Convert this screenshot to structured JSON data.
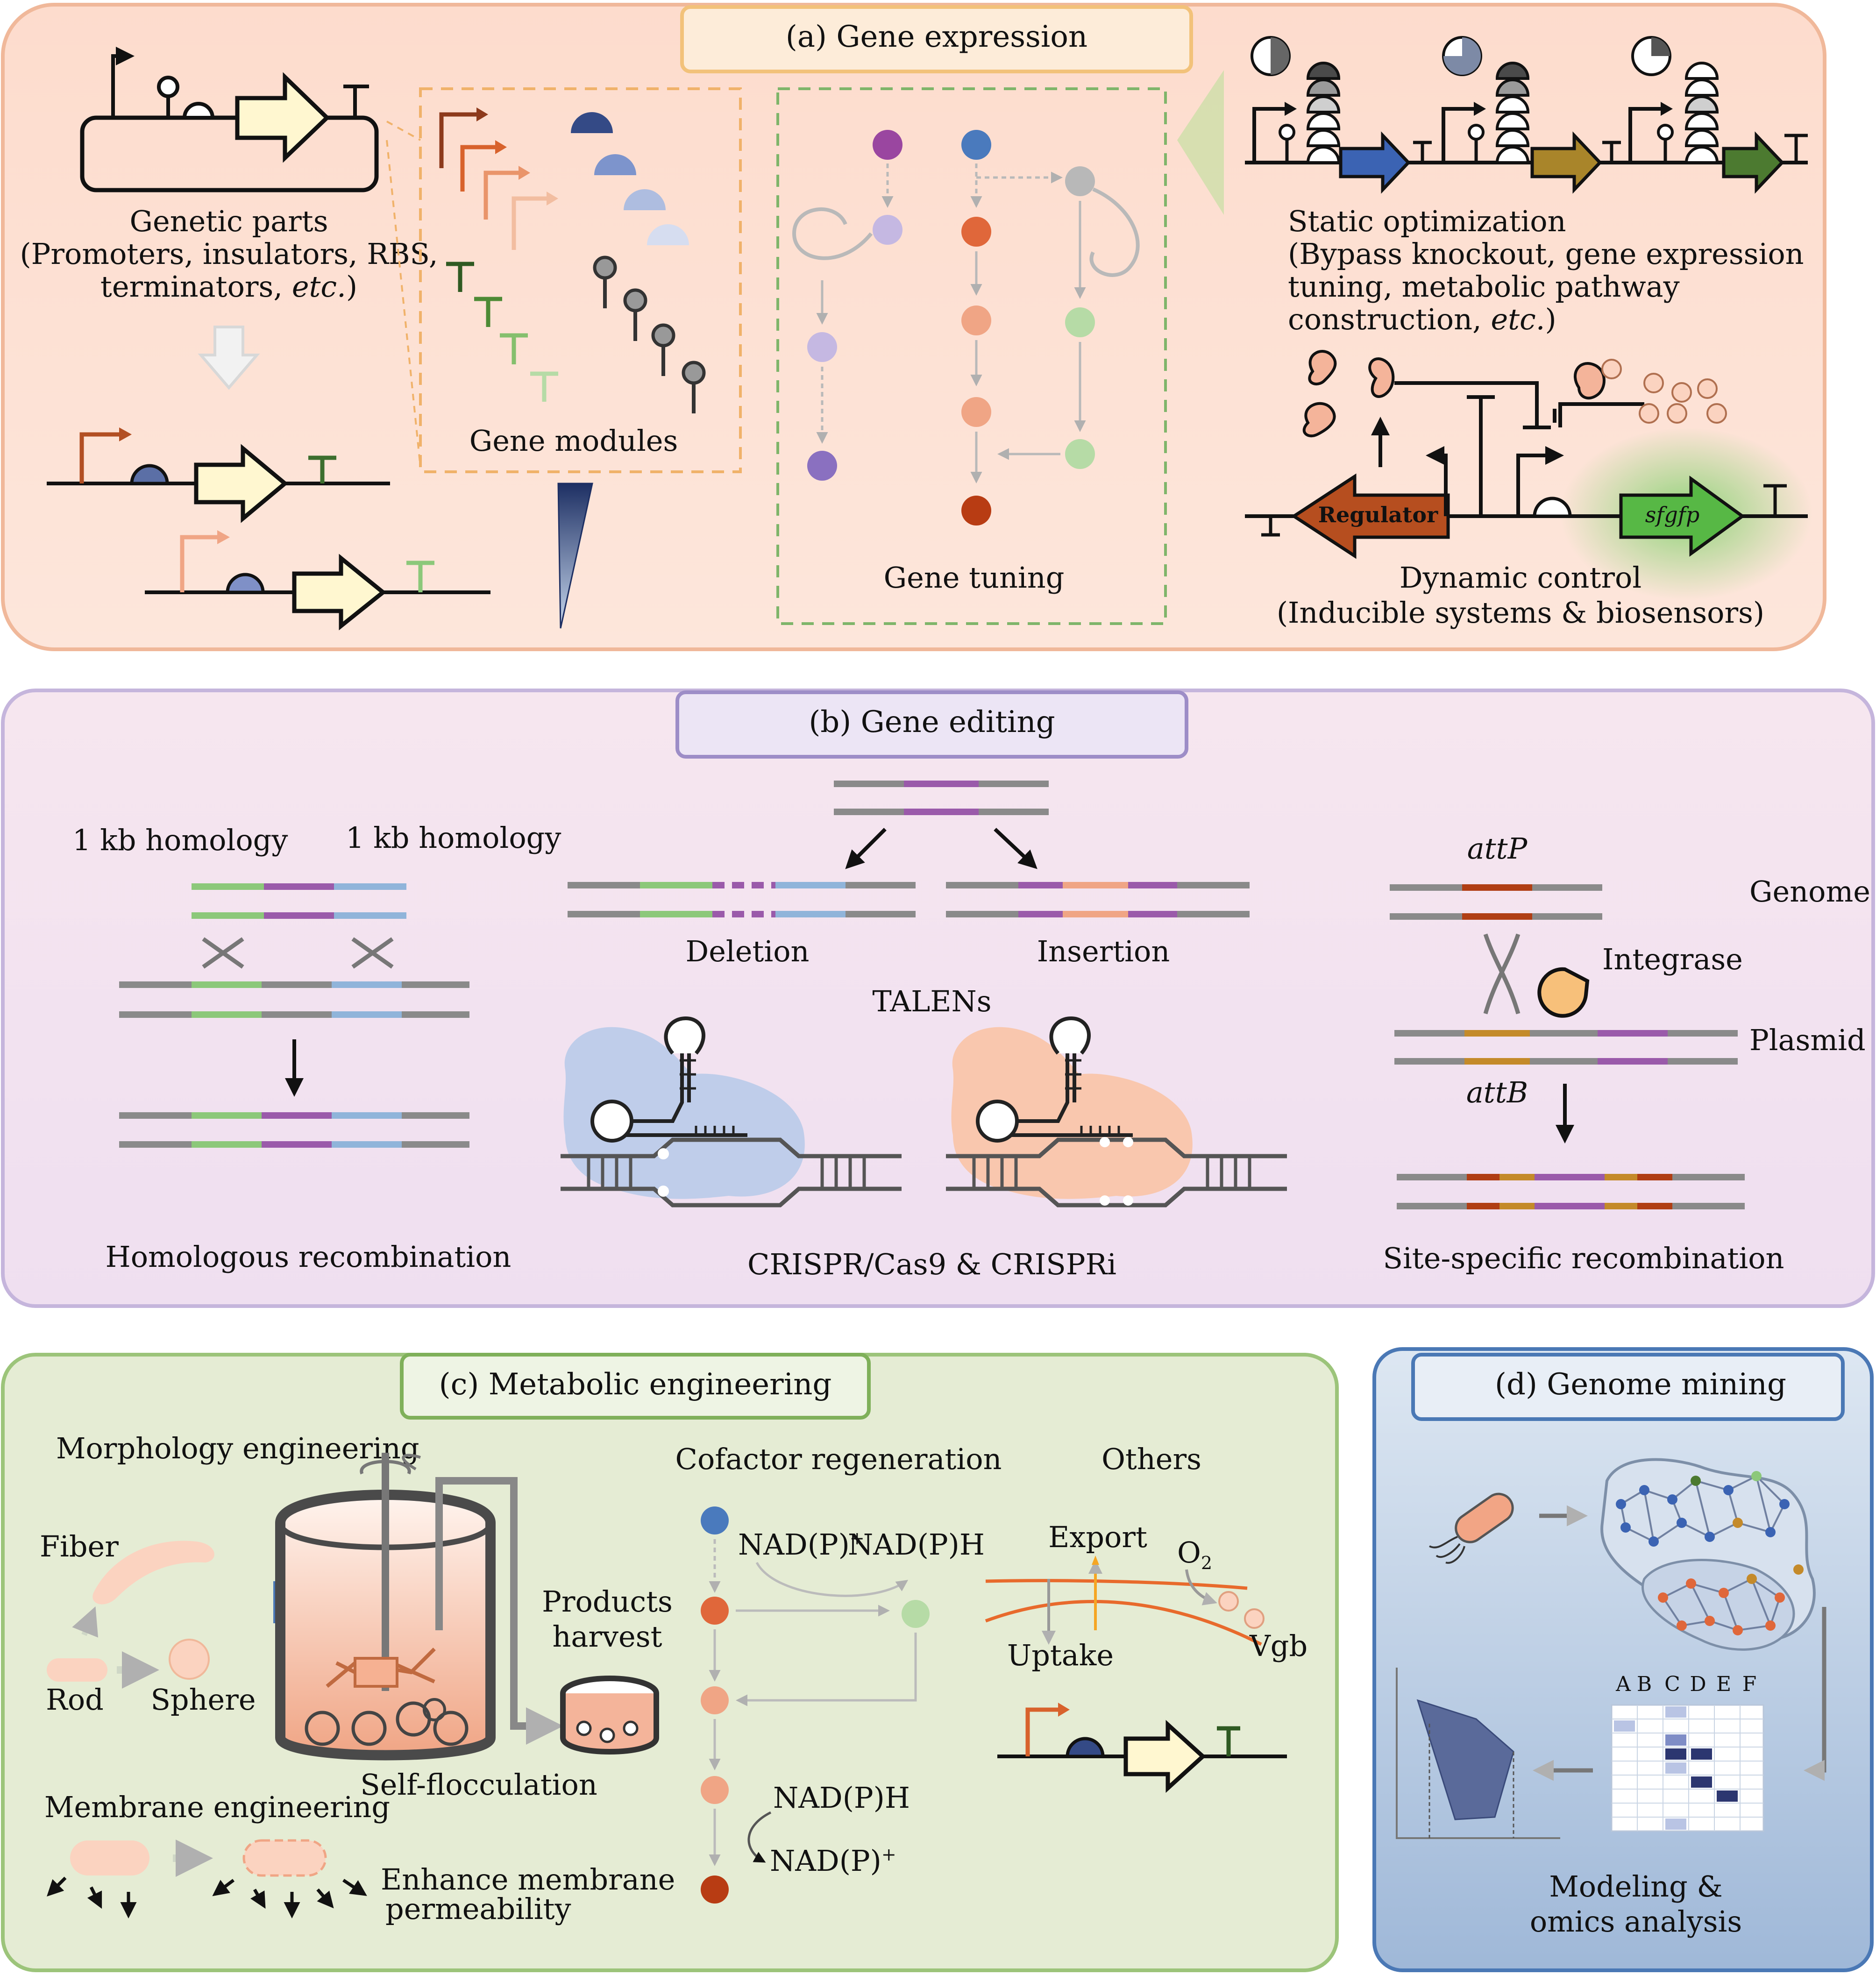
{
  "panels": {
    "a": {
      "title": "(a) Gene expression",
      "genetic_parts": [
        "Genetic parts",
        "(Promoters, insulators, RBS,",
        "terminators,",
        "etc.",
        ")"
      ],
      "gene_modules": "Gene modules",
      "gene_tuning": "Gene tuning",
      "static": [
        "Static optimization",
        "(Bypass knockout, gene expression",
        "tuning, metabolic pathway",
        "construction,",
        "etc.",
        ")"
      ],
      "regulator": "Regulator",
      "sfgfp": "sfgfp",
      "dynamic": [
        "Dynamic control",
        "(Inducible systems & biosensors)"
      ]
    },
    "b": {
      "title": "(b) Gene editing",
      "homology_left": "1 kb homology",
      "homology_right": "1 kb homology",
      "homologous": "Homologous recombination",
      "deletion": "Deletion",
      "insertion": "Insertion",
      "talens": "TALENs",
      "crispr": "CRISPR/Cas9 & CRISPRi",
      "attp": "attP",
      "attb": "attB",
      "genome": "Genome",
      "integrase": "Integrase",
      "plasmid": "Plasmid",
      "site_specific": "Site-specific recombination"
    },
    "c": {
      "title": "(c) Metabolic engineering",
      "morphology": "Morphology engineering",
      "fiber": "Fiber",
      "rod": "Rod",
      "sphere": "Sphere",
      "self_flocculation": "Self-flocculation",
      "products": "Products",
      "harvest": "harvest",
      "membrane": "Membrane engineering",
      "enhance": [
        "Enhance membrane",
        "permeability"
      ],
      "cofactor": "Cofactor regeneration",
      "nadp_plus": "NAD(P)",
      "plus": "+",
      "nadph": "NAD(P)H",
      "others": "Others",
      "export": "Export",
      "o2": "O",
      "o2_sub": "2",
      "uptake": "Uptake",
      "vgb": "Vgb"
    },
    "d": {
      "title": "(d) Genome mining",
      "heatmap_cols": [
        "A",
        "B",
        "C",
        "D",
        "E",
        "F"
      ],
      "modeling": [
        "Modeling &",
        "omics analysis"
      ]
    }
  },
  "colors": {
    "panel_a_bg": "#fde1d4",
    "panel_a_border": "#f0b89a",
    "panel_b_bg": "#f3e4f1",
    "panel_b_border": "#c5b5dc",
    "panel_c_bg": "#e4ecd4",
    "panel_c_border": "#9cc47a",
    "panel_d_bg": "#bccde3",
    "panel_d_border": "#4a78b5",
    "purple": "#9a5aaa",
    "green": "#8cc87a",
    "blue": "#90b4da",
    "orange": "#d8622c",
    "brown": "#b03e14",
    "gold": "#c48a2a"
  }
}
